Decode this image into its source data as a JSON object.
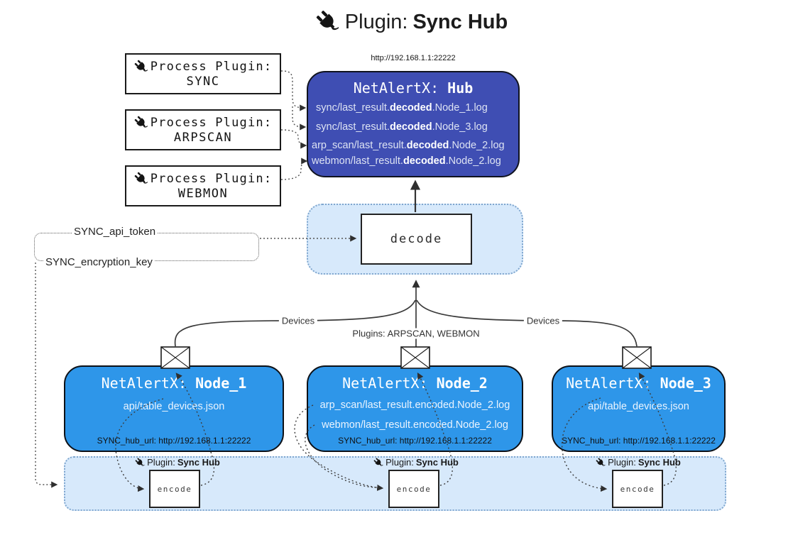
{
  "title": {
    "prefix": "Plugin: ",
    "bold": "Sync Hub"
  },
  "hub": {
    "url_above": "http://192.168.1.1:22222",
    "name_prefix": "NetAlertX: ",
    "name_bold": "Hub",
    "logs": [
      {
        "pre": "sync/last_result.",
        "bold": "decoded",
        "post": ".Node_1.log"
      },
      {
        "pre": "sync/last_result.",
        "bold": "decoded",
        "post": ".Node_3.log"
      },
      {
        "pre": "arp_scan/last_result.",
        "bold": "decoded",
        "post": ".Node_2.log"
      },
      {
        "pre": "webmon/last_result.",
        "bold": "decoded",
        "post": ".Node_2.log"
      }
    ]
  },
  "process_plugins": [
    {
      "label": "Process Plugin:",
      "name": "SYNC"
    },
    {
      "label": "Process Plugin:",
      "name": "ARPSCAN"
    },
    {
      "label": "Process Plugin:",
      "name": "WEBMON"
    }
  ],
  "settings": {
    "api_token": "SYNC_api_token",
    "encryption_key": "SYNC_encryption_key"
  },
  "decode": {
    "label": "decode"
  },
  "edges": {
    "devices_left": "Devices",
    "devices_right": "Devices",
    "plugins_center": "Plugins: ARPSCAN, WEBMON"
  },
  "nodes": [
    {
      "name_prefix": "NetAlertX: ",
      "name_bold": "Node_1",
      "files": [
        "api/table_devices.json"
      ],
      "hub_url": "SYNC_hub_url: http://192.168.1.1:22222"
    },
    {
      "name_prefix": "NetAlertX: ",
      "name_bold": "Node_2",
      "files": [
        "arp_scan/last_result.encoded.Node_2.log",
        "webmon/last_result.encoded.Node_2.log"
      ],
      "hub_url": "SYNC_hub_url: http://192.168.1.1:22222"
    },
    {
      "name_prefix": "NetAlertX: ",
      "name_bold": "Node_3",
      "files": [
        "api/table_devices.json"
      ],
      "hub_url": "SYNC_hub_url: http://192.168.1.1:22222"
    }
  ],
  "encoders": [
    {
      "label_prefix": "Plugin: ",
      "label_bold": "Sync Hub",
      "box_label": "encode"
    },
    {
      "label_prefix": "Plugin: ",
      "label_bold": "Sync Hub",
      "box_label": "encode"
    },
    {
      "label_prefix": "Plugin: ",
      "label_bold": "Sync Hub",
      "box_label": "encode"
    }
  ],
  "colors": {
    "hub_fill": "#3F4EB3",
    "node_fill": "#2E96E9",
    "zone_fill": "#D7E9FB",
    "zone_border": "#7FA6CE",
    "arrow": "#2F2F2F"
  }
}
